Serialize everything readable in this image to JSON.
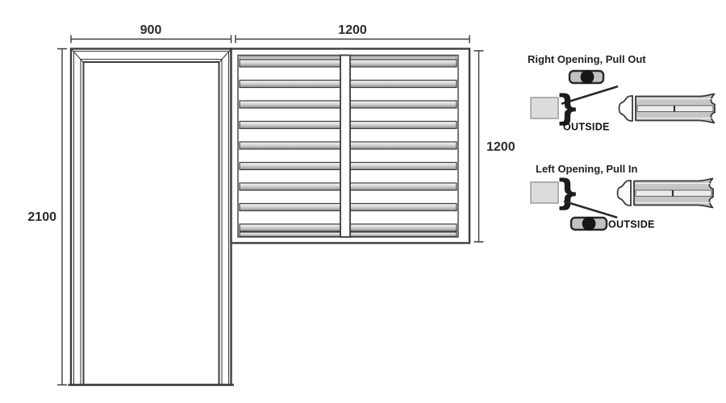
{
  "drawing": {
    "dimensions": {
      "door_width": "900",
      "window_width": "1200",
      "door_height": "2100",
      "window_height": "1200"
    }
  },
  "diagrams": [
    {
      "title": "Right Opening, Pull Out",
      "outside_label": "OUTSIDE"
    },
    {
      "title": "Left Opening, Pull In",
      "outside_label": "OUTSIDE"
    }
  ],
  "icons": {
    "jamb_bracket_glyph": "}"
  },
  "colors": {
    "line": "#3d3d3d",
    "handle_black": "#161616",
    "profile_fill": "#c6c6c6",
    "jamb_fill": "#dcdcdc"
  }
}
